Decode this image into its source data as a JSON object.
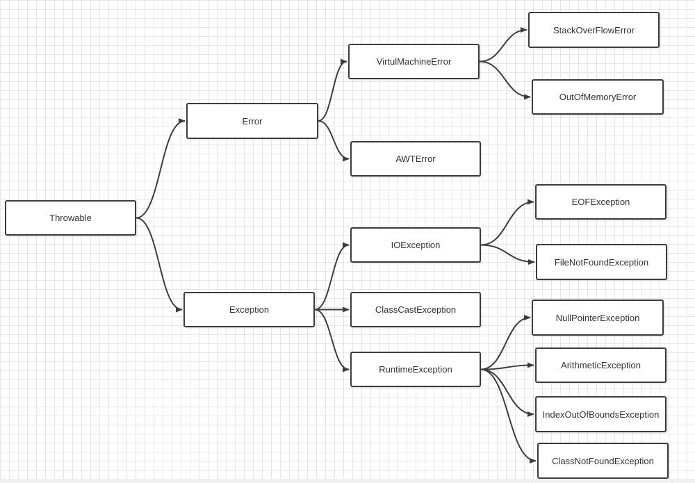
{
  "diagram": {
    "nodes": [
      {
        "id": "throwable",
        "label": "Throwable"
      },
      {
        "id": "error",
        "label": "Error"
      },
      {
        "id": "exception",
        "label": "Exception"
      },
      {
        "id": "vme",
        "label": "VirtulMachineError"
      },
      {
        "id": "awt",
        "label": "AWTError"
      },
      {
        "id": "soe",
        "label": "StackOverFlowError"
      },
      {
        "id": "oom",
        "label": "OutOfMemoryError"
      },
      {
        "id": "io",
        "label": "IOException"
      },
      {
        "id": "cce",
        "label": "ClassCastException"
      },
      {
        "id": "rte",
        "label": "RuntimeException"
      },
      {
        "id": "eof",
        "label": "EOFException"
      },
      {
        "id": "fnf",
        "label": "FileNotFoundException"
      },
      {
        "id": "npe",
        "label": "NullPointerException"
      },
      {
        "id": "ae",
        "label": "ArithmeticException"
      },
      {
        "id": "ioob",
        "label": "IndexOutOfBoundsException"
      },
      {
        "id": "cnf",
        "label": "ClassNotFoundException"
      }
    ],
    "edges": [
      [
        "throwable",
        "error"
      ],
      [
        "throwable",
        "exception"
      ],
      [
        "error",
        "vme"
      ],
      [
        "error",
        "awt"
      ],
      [
        "vme",
        "soe"
      ],
      [
        "vme",
        "oom"
      ],
      [
        "exception",
        "io"
      ],
      [
        "exception",
        "cce"
      ],
      [
        "exception",
        "rte"
      ],
      [
        "io",
        "eof"
      ],
      [
        "io",
        "fnf"
      ],
      [
        "rte",
        "npe"
      ],
      [
        "rte",
        "ae"
      ],
      [
        "rte",
        "ioob"
      ],
      [
        "rte",
        "cnf"
      ]
    ]
  }
}
